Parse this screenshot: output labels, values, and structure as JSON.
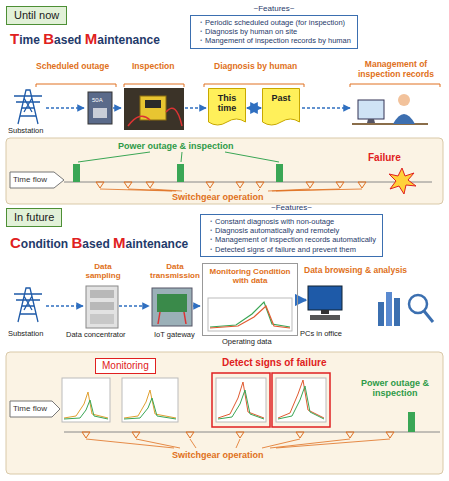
{
  "diagram": {
    "nodes": [
      {
        "text": [
          "Until now"
        ]
      },
      {
        "text": [
          "~Features~",
          "・Periodic scheduled outage (for inspection)",
          "・Diagnosis by human on site",
          "・Mangement of inspection records by human"
        ]
      },
      {
        "text": [
          "This time"
        ]
      },
      {
        "text": [
          "Past"
        ]
      },
      {
        "text": [
          "In future"
        ]
      },
      {
        "text": [
          "~Features~",
          "・Constant diagnosis with non-outage",
          "・Diagnosis automatically and remotely",
          "・Management of inspection records automatically",
          "・Detected signs of failure and prevent them"
        ]
      },
      {
        "text": [
          "Monitoring Condition with data"
        ]
      },
      {
        "text": [
          "Monitoring"
        ]
      }
    ],
    "edges": [
      {
        "from": 2,
        "to": 3,
        "arrow": "both"
      }
    ],
    "labels": [
      "Time Based Maintenance",
      "Scheduled outage",
      "Inspection",
      "Diagnosis by human",
      "Management of inspection records",
      "Substation",
      "50A",
      "Time flow",
      "Power outage & inspection",
      "Failure",
      "Switchgear operation",
      "Condition Based Maintenance",
      "Data sampling",
      "Data transmission",
      "Data browsing & analysis",
      "Substation",
      "Data concentrator",
      "IoT gateway",
      "Operating data",
      "PCs in office",
      "Detect signs of failure",
      "Time flow",
      "Power outage & inspection",
      "Switchgear operation"
    ]
  }
}
